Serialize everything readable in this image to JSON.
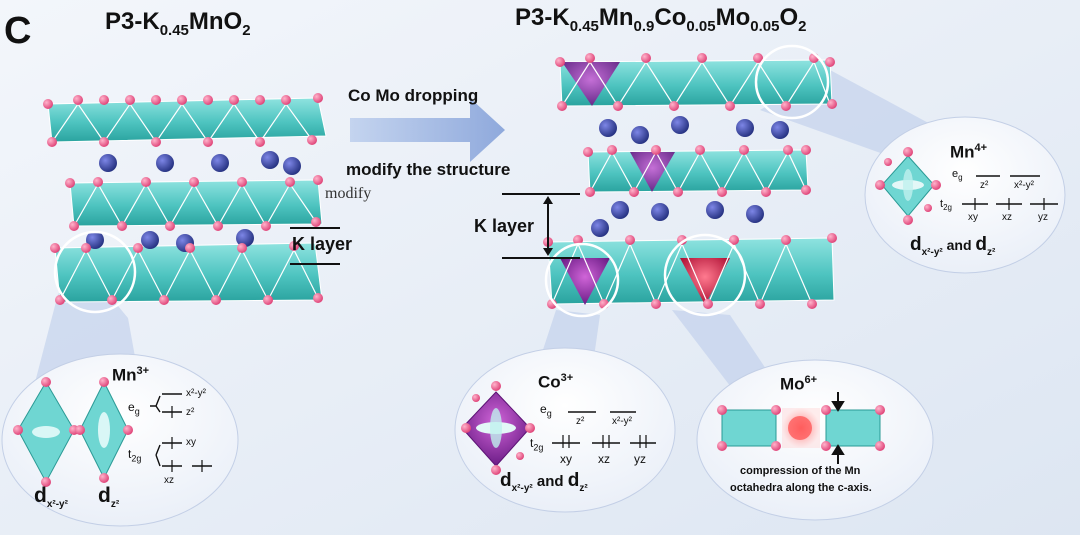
{
  "panel_label": "C",
  "left_title": {
    "base": "P3-K",
    "k": "0.45",
    "rest": "MnO",
    "o": "2"
  },
  "right_title": {
    "p1": "P3-K",
    "k": "0.45",
    "p2": "Mn",
    "mn": "0.9",
    "p3": "Co",
    "co": "0.05",
    "p4": "Mo",
    "mo": "0.05",
    "p5": "O",
    "o": "2"
  },
  "arrow_text": {
    "top": "Co Mo dropping",
    "bottom": "modify the structure",
    "extra": "modify"
  },
  "k_layer_labels": {
    "left": "K layer",
    "right": "K layer"
  },
  "mn3": {
    "ion": "Mn",
    "charge": "3+",
    "eg": "e",
    "eg_sub": "g",
    "t2": "t",
    "t2_sub": "2g",
    "levels": [
      "x²-y²",
      "z²",
      "xy",
      "xz"
    ],
    "orbital_d1": "d",
    "orbital_d1_sub": "x²-y²",
    "orbital_d2": "d",
    "orbital_d2_sub": "z²"
  },
  "co3": {
    "ion": "Co",
    "charge": "3+",
    "eg": "e",
    "eg_sub": "g",
    "t2": "t",
    "t2_sub": "2g",
    "levels": [
      "z²",
      "x²-y²",
      "xy",
      "xz",
      "yz"
    ],
    "orbital_text": {
      "d1": "d",
      "d1_sub": "x²-y²",
      "and": " and ",
      "d2": "d",
      "d2_sub": "z²"
    }
  },
  "mn4": {
    "ion": "Mn",
    "charge": "4+",
    "eg": "e",
    "eg_sub": "g",
    "t2": "t",
    "t2_sub": "2g",
    "levels": [
      "z²",
      "x²-y²",
      "xy",
      "xz",
      "yz"
    ],
    "orbital_text": {
      "d1": "d",
      "d1_sub": "x²-y²",
      "and": " and ",
      "d2": "d",
      "d2_sub": "z²"
    }
  },
  "mo6": {
    "ion": "Mo",
    "charge": "6+",
    "caption_1": "compression of the Mn",
    "caption_2": "octahedra along the c-axis."
  },
  "colors": {
    "teal": "#5fcfcf",
    "teal_dark": "#2a9a95",
    "pink": "#ee5d8c",
    "k_ion": "#3a45b5",
    "purple": "#8a2fa0",
    "red": "#d8244a",
    "bubble": "#f6f8fc",
    "connector": "#a9bde3",
    "arrow": "#a8bfe6"
  }
}
